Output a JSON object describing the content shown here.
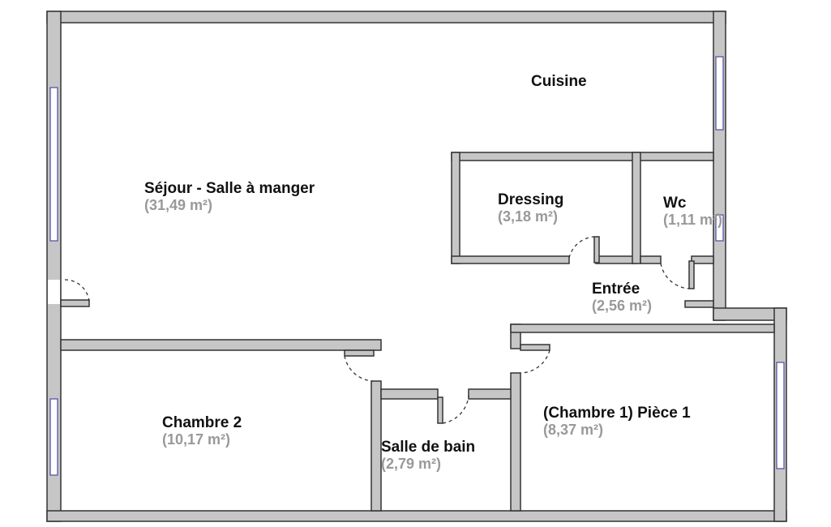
{
  "rooms": [
    {
      "name": "Cuisine",
      "area": ""
    },
    {
      "name": "Séjour - Salle à manger",
      "area": "(31,49 m²)"
    },
    {
      "name": "Dressing",
      "area": "(3,18 m²)"
    },
    {
      "name": "Wc",
      "area": "(1,11 m²)"
    },
    {
      "name": "Entrée",
      "area": "(2,56 m²)"
    },
    {
      "name": "Chambre 2",
      "area": "(10,17 m²)"
    },
    {
      "name": "Salle de bain",
      "area": "(2,79 m²)"
    },
    {
      "name": "(Chambre 1) Pièce 1",
      "area": "(8,37 m²)"
    }
  ]
}
